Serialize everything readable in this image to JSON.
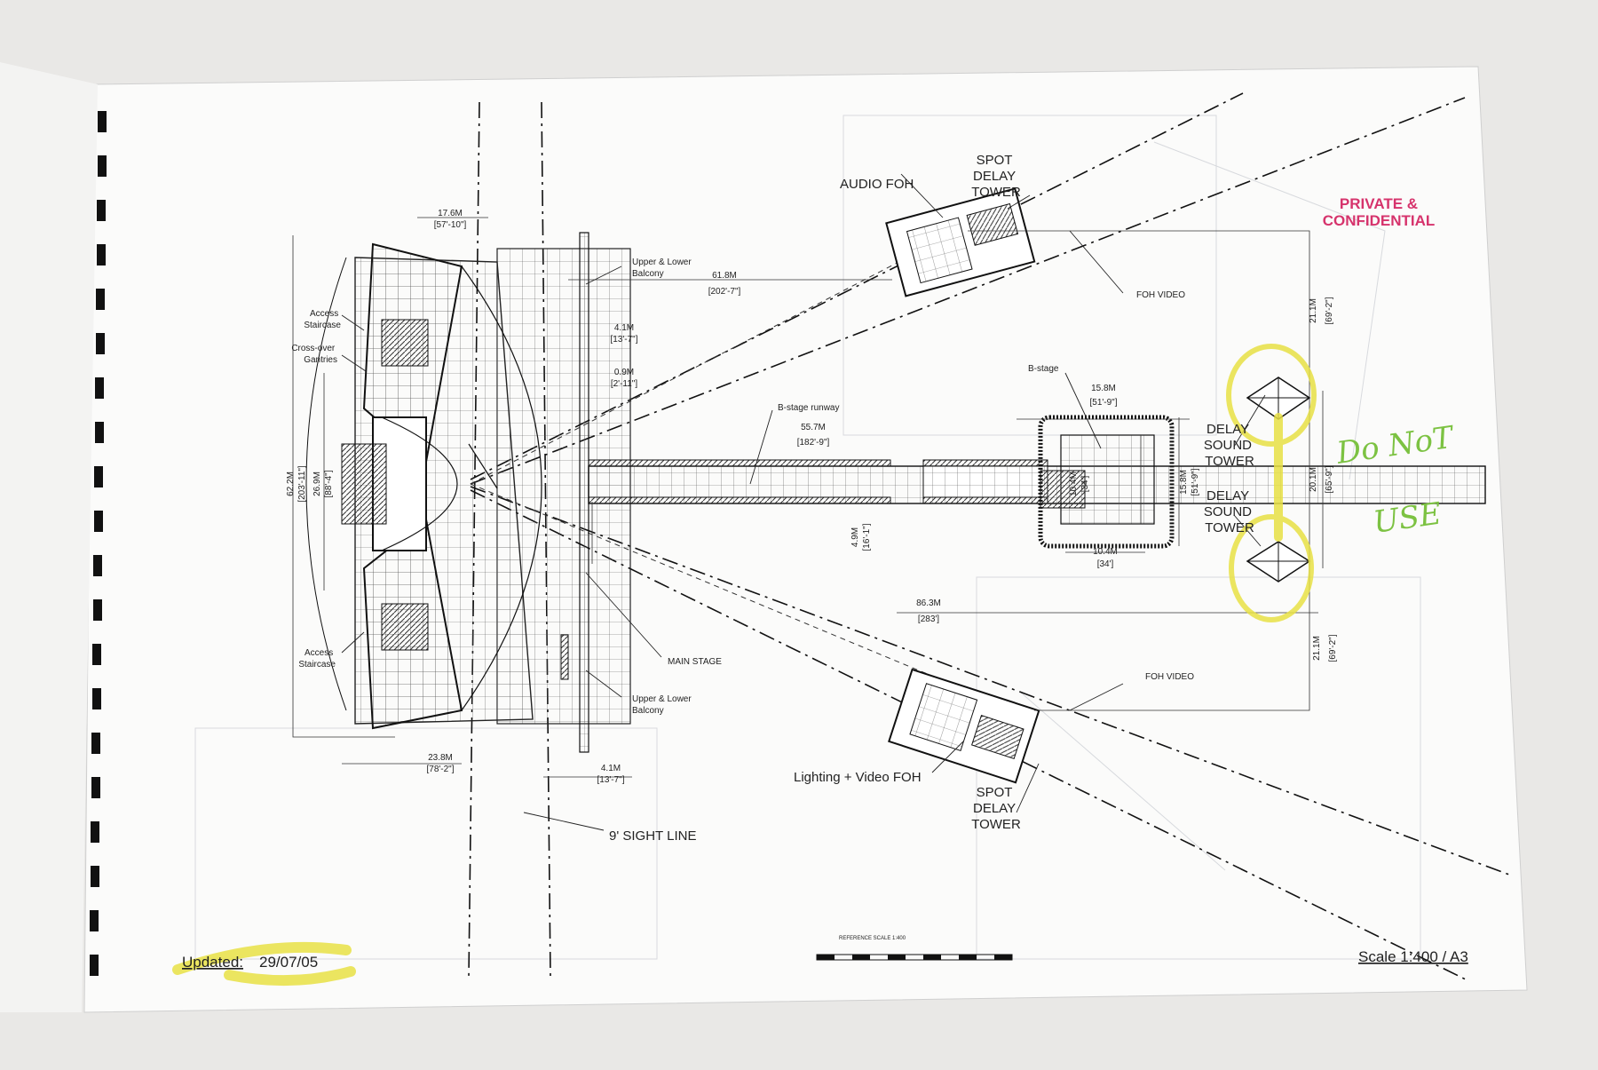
{
  "stamp": {
    "line1": "PRIVATE &",
    "line2": "CONFIDENTIAL"
  },
  "handwritten_note": {
    "line1": "Do NoT",
    "line2": "USE"
  },
  "footer": {
    "updated_label": "Updated:",
    "updated_date": "29/07/05",
    "scale": "Scale 1:400 / A3"
  },
  "reference_scale": {
    "title": "REFERENCE SCALE 1:400"
  },
  "labels": {
    "spot_delay_tower_top": [
      "SPOT",
      "DELAY",
      "TOWER"
    ],
    "spot_delay_tower_bottom": [
      "SPOT",
      "DELAY",
      "TOWER"
    ],
    "audio_foh": "AUDIO FOH",
    "foh_video_top": "FOH VIDEO",
    "foh_video_bottom": "FOH VIDEO",
    "lighting_video_foh": "Lighting + Video FOH",
    "delay_sound_tower_1": [
      "DELAY",
      "SOUND",
      "TOWER"
    ],
    "delay_sound_tower_2": [
      "DELAY",
      "SOUND",
      "TOWER"
    ],
    "b_stage": "B-stage",
    "b_stage_runway": "B-stage runway",
    "main_stage": "MAIN STAGE",
    "upper_lower_balcony_top": [
      "Upper & Lower",
      "Balcony"
    ],
    "upper_lower_balcony_bottom": [
      "Upper & Lower",
      "Balcony"
    ],
    "access_staircase_top": [
      "Access",
      "Staircase"
    ],
    "access_staircase_bottom": [
      "Access",
      "Staircase"
    ],
    "cross_over_gantries": [
      "Cross-over",
      "Gantries"
    ],
    "sight_line": "9' SIGHT LINE"
  },
  "dimensions": {
    "d17_6": [
      "17.6M",
      "[57'-10\"]"
    ],
    "d61_8": [
      "61.8M",
      "[202'-7\"]"
    ],
    "d4_1_top": [
      "4.1M",
      "[13'-7\"]"
    ],
    "d0_9": [
      "0.9M",
      "[2'-11\"]"
    ],
    "d55_7": [
      "55.7M",
      "[182'-9\"]"
    ],
    "d15_8_h": [
      "15.8M",
      "[51'-9\"]"
    ],
    "d15_8_v": [
      "15.8M",
      "[51'-9\"]"
    ],
    "d10_4_h": [
      "10.4M",
      "[34']"
    ],
    "d10_4_v": [
      "10.4M",
      "[34']"
    ],
    "d86_3": [
      "86.3M",
      "[283']"
    ],
    "d62_2": [
      "62.2M",
      "[203'-11\"]"
    ],
    "d26_9": [
      "26.9M",
      "[88'-4\"]"
    ],
    "d23_8": [
      "23.8M",
      "[78'-2\"]"
    ],
    "d4_1_bottom": [
      "4.1M",
      "[13'-7\"]"
    ],
    "d4_9": [
      "4.9M",
      "[16'-1\"]"
    ],
    "d21_1_top": [
      "21.1M",
      "[69'-2\"]"
    ],
    "d20_1": [
      "20.1M",
      "[65'-9\"]"
    ],
    "d21_1_bottom": [
      "21.1M",
      "[69'-2\"]"
    ]
  }
}
